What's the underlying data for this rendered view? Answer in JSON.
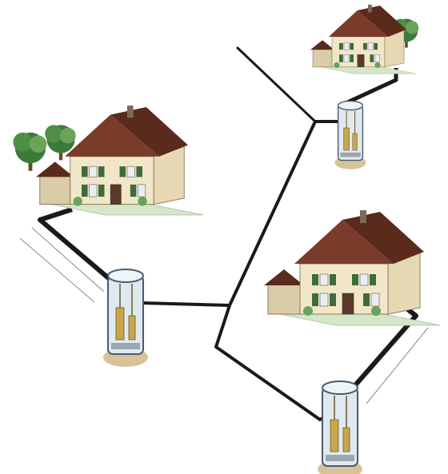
{
  "colors": {
    "background": "#ffffff",
    "pipe": "#1a1a1a",
    "pipe_outline": "#8a8a8a",
    "roof": "#7a3b2a",
    "roof_dark": "#5a2a1d",
    "wall": "#f1e7c8",
    "wall_shade": "#d9cca6",
    "shutter": "#3f6b3a",
    "tree": "#3b7a3a",
    "tree_light": "#6aa35a",
    "lawn": "#d6e6c8",
    "gravel": "#b9b39a",
    "chamber_glass": "#dfe9ef",
    "chamber_outline": "#4a5a6a",
    "pump": "#c9a64a",
    "soil": "#d8c29a"
  },
  "icons": {
    "house": "house-icon",
    "pumping_station": "pumping-station-icon",
    "tree": "tree-icon"
  },
  "houses": [
    {
      "id": "house-left"
    },
    {
      "id": "house-top-right"
    },
    {
      "id": "house-bottom-right"
    }
  ],
  "pumping_stations": [
    {
      "id": "station-left"
    },
    {
      "id": "station-top-right"
    },
    {
      "id": "station-bottom-right"
    }
  ]
}
